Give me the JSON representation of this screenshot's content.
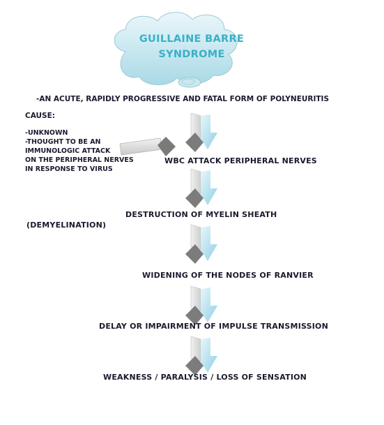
{
  "title": {
    "line1": "GUILLAINE BARRE",
    "line2": "SYNDROME"
  },
  "intro": "-AN ACUTE, RAPIDLY PROGRESSIVE AND FATAL FORM OF POLYNEURITIS",
  "cause": {
    "heading": "CAUSE:",
    "lines": [
      "-UNKNOWN",
      "-THOUGHT TO BE AN",
      " IMMUNOLOGIC ATTACK",
      "ON THE PERIPHERAL NERVES",
      "IN RESPONSE TO VIRUS"
    ]
  },
  "steps": [
    "WBC ATTACK PERIPHERAL NERVES",
    "DESTRUCTION OF MYELIN SHEATH",
    "(DEMYELINATION)",
    "WIDENING OF THE NODES OF RANVIER",
    "DELAY OR IMPAIRMENT OF IMPULSE TRANSMISSION",
    "WEAKNESS / PARALYSIS / LOSS OF SENSATION"
  ]
}
